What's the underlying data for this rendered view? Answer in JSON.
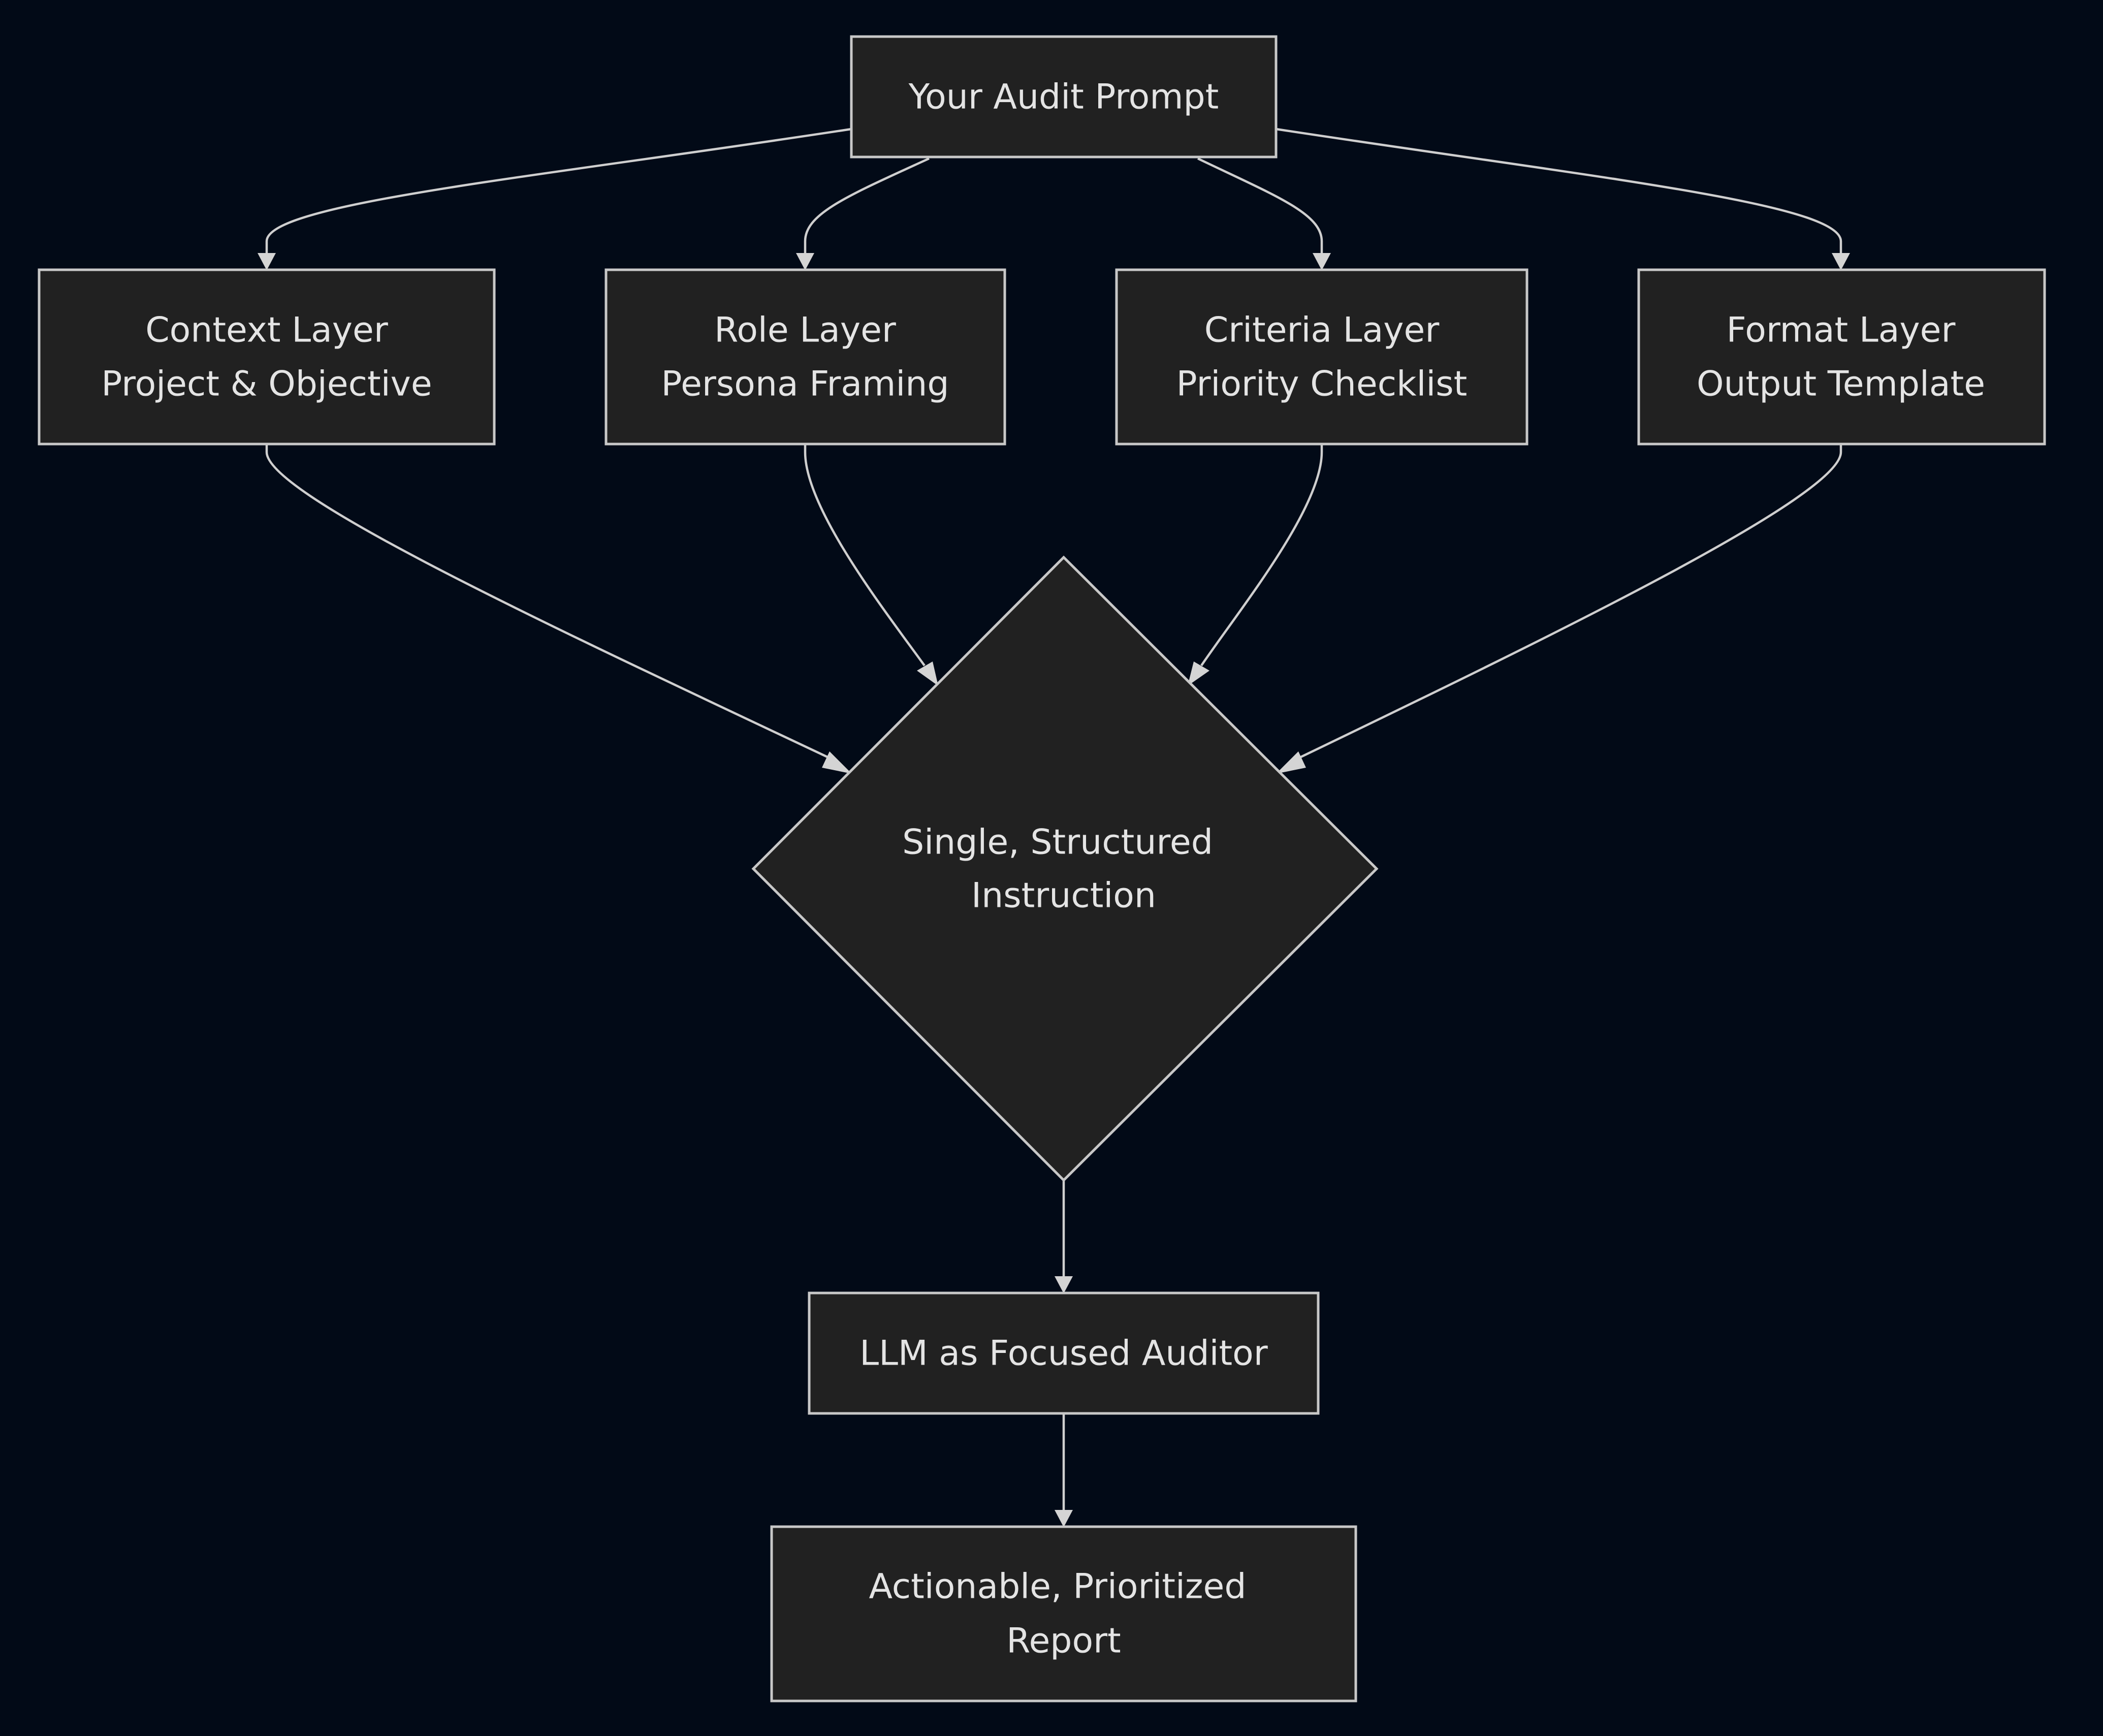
{
  "colors": {
    "background": "#020a17",
    "node_fill": "#212121",
    "node_stroke": "#c8c8c8",
    "edge": "#cfcfcf",
    "text": "#e4e4e4"
  },
  "nodes": {
    "audit_prompt": {
      "lines": [
        "Your Audit Prompt"
      ]
    },
    "context_layer": {
      "lines": [
        "Context Layer",
        "Project & Objective"
      ]
    },
    "role_layer": {
      "lines": [
        "Role Layer",
        "Persona Framing"
      ]
    },
    "criteria_layer": {
      "lines": [
        "Criteria Layer",
        "Priority Checklist"
      ]
    },
    "format_layer": {
      "lines": [
        "Format Layer",
        "Output Template"
      ]
    },
    "structured_instruction": {
      "lines": [
        "Single, Structured",
        "Instruction"
      ]
    },
    "llm_auditor": {
      "lines": [
        "LLM as Focused Auditor"
      ]
    },
    "report": {
      "lines": [
        "Actionable, Prioritized",
        "Report"
      ]
    }
  },
  "edges": [
    {
      "from": "audit_prompt",
      "to": "context_layer"
    },
    {
      "from": "audit_prompt",
      "to": "role_layer"
    },
    {
      "from": "audit_prompt",
      "to": "criteria_layer"
    },
    {
      "from": "audit_prompt",
      "to": "format_layer"
    },
    {
      "from": "context_layer",
      "to": "structured_instruction"
    },
    {
      "from": "role_layer",
      "to": "structured_instruction"
    },
    {
      "from": "criteria_layer",
      "to": "structured_instruction"
    },
    {
      "from": "format_layer",
      "to": "structured_instruction"
    },
    {
      "from": "structured_instruction",
      "to": "llm_auditor"
    },
    {
      "from": "llm_auditor",
      "to": "report"
    }
  ]
}
